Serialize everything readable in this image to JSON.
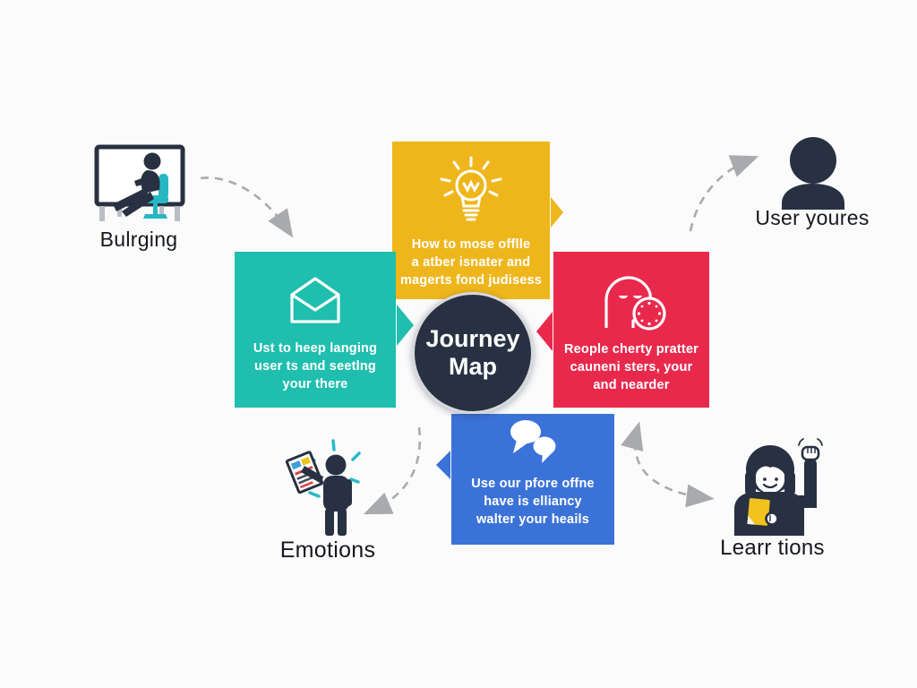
{
  "center": {
    "label": "Journey\nMap",
    "color": "#273142"
  },
  "nodes": {
    "top": {
      "color": "#EFB61C",
      "icon": "lightbulb-icon",
      "text": "How to mose offlle\na atber isnater and\nmagerts fond judisess"
    },
    "left": {
      "color": "#1FBEAE",
      "icon": "open-envelope-icon",
      "text": "Ust to heep langing\nuser ts and seetlng\nyour there"
    },
    "right": {
      "color": "#E9294C",
      "icon": "face-clock-icon",
      "text": "Reople cherty pratter\ncauneni sters, your\nand nearder"
    },
    "bottom": {
      "color": "#3B72D8",
      "icon": "speech-bubbles-icon",
      "text": "Use our pfore offne\nhave is elliancy\nwalter your heails"
    }
  },
  "corners": {
    "top_left": {
      "label": "Bulrging",
      "icon": "person-at-desk-illustration"
    },
    "top_right": {
      "label": "User youres",
      "icon": "user-silhouette-icon"
    },
    "bottom_left": {
      "label": "Emotions",
      "icon": "person-with-tablet-illustration"
    },
    "bottom_right": {
      "label": "Learr tions",
      "icon": "waving-woman-illustration"
    }
  },
  "colors": {
    "background": "#FBFBFC",
    "silhouette": "#273142",
    "arrow": "#A9AAAE",
    "label_text": "#15181D",
    "node_text": "#FFFFFF",
    "circle_ring": "#D8D9DC",
    "chair_teal": "#27B7C3",
    "accent_dash_teal": "#2AB9C8",
    "card_yellow": "#F2C31C"
  }
}
